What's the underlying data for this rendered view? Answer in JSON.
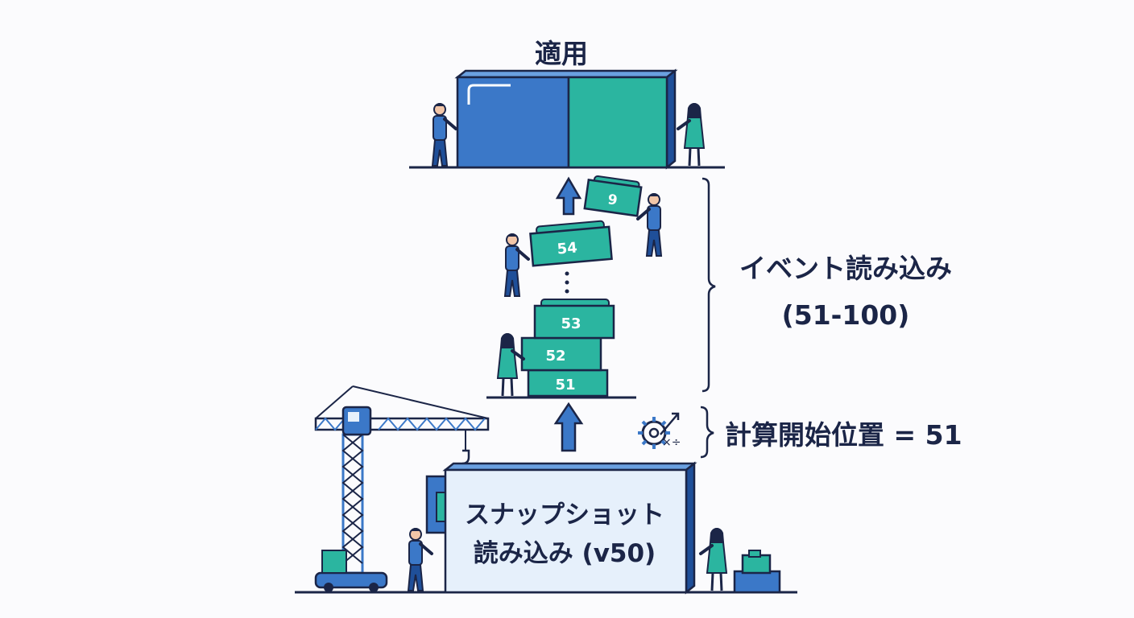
{
  "apply": {
    "title": "適用"
  },
  "events": {
    "line1": "イベント読み込み",
    "line2": "(51-100)"
  },
  "start": {
    "label": "計算開始位置 = 51"
  },
  "snapshot": {
    "line1": "スナップショット",
    "line2": "読み込み (v50)"
  },
  "blocks": {
    "b51": "51",
    "b52": "52",
    "b53": "53",
    "b54": "54",
    "b9": "9"
  },
  "icons": {
    "calc": "gear-calc-icon",
    "arrow": "up-arrow-icon",
    "crane": "crane-icon"
  },
  "colors": {
    "navy": "#1b2547",
    "blue": "#3b78c8",
    "teal": "#2bb5a0",
    "light": "#e6f0fb"
  }
}
